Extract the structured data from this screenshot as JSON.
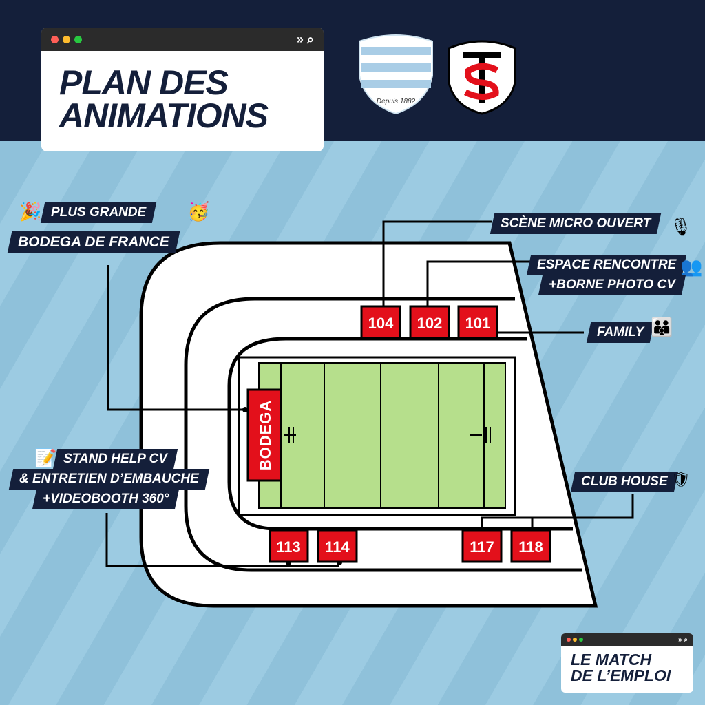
{
  "header": {
    "title_line1": "PLAN DES",
    "title_line2": "ANIMATIONS",
    "logo_left_text": "Depuis 1882"
  },
  "map": {
    "sections": [
      "104",
      "102",
      "101",
      "113",
      "114",
      "117",
      "118"
    ],
    "bodega": "BODEGA"
  },
  "labels": {
    "bodega_line1": "PLUS GRANDE",
    "bodega_line2": "BODEGA DE FRANCE",
    "scene": "SCÈNE MICRO OUVERT",
    "espace_line1": "ESPACE RENCONTRE",
    "espace_line2": "+BORNE PHOTO CV",
    "family": "FAMILY",
    "stand_line1": "STAND HELP CV",
    "stand_line2": "& ENTRETIEN D’EMBAUCHE",
    "stand_line3": "+VIDEOBOOTH 360°",
    "club_house": "CLUB HOUSE"
  },
  "footer": {
    "line1": "LE MATCH",
    "line2": "DE L’EMPLOI"
  },
  "colors": {
    "navy": "#141f3a",
    "red": "#e3101b",
    "grass": "#b6df8c",
    "sky": "#93c4dd"
  }
}
